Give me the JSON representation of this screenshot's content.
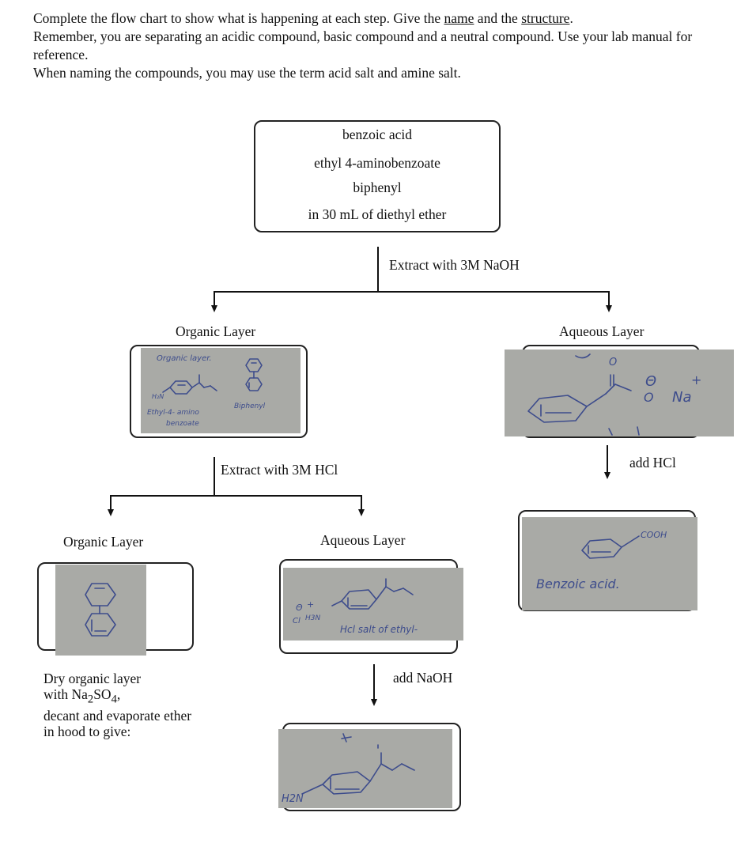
{
  "instructions": {
    "line1_pre": "Complete the flow chart to show what is happening at each step. Give the ",
    "line1_name": "name",
    "line1_mid": " and the ",
    "line1_structure": "structure",
    "line1_post": ".",
    "line2": "Remember, you are separating an acidic compound, basic compound and a neutral compound. Use your lab manual for reference.",
    "line3": "When naming the compounds, you may use the term acid salt and amine salt."
  },
  "start_box": {
    "line1": "benzoic acid",
    "line2": "ethyl 4-aminobenzoate",
    "line3": "biphenyl",
    "line4": "in 30 mL of diethyl ether"
  },
  "step1": {
    "label": "Extract with 3M NaOH"
  },
  "left_branch": {
    "title": "Organic Layer",
    "handwriting": {
      "header": "Organic layer.",
      "left_name_1": "Ethyl-4- amino",
      "left_name_2": "benzoate",
      "right_name": "Biphenyl"
    }
  },
  "right_branch": {
    "title": "Aqueous Layer",
    "handwriting": {
      "charge_minus": "Θ",
      "charge_plus": "+",
      "o_top": "O",
      "o_minus": "O",
      "na": "Na"
    }
  },
  "step_hcl": {
    "label": "add HCl"
  },
  "benzoic_result": {
    "handwriting": {
      "cooh": "COOH",
      "name": "Benzoic acid."
    }
  },
  "step2": {
    "label": "Extract with 3M HCl"
  },
  "organic_layer_2": {
    "title": "Organic Layer"
  },
  "aqueous_layer_2": {
    "title": "Aqueous Layer",
    "handwriting": {
      "label": "Hcl salt of ethyl-",
      "cl": "Cl",
      "h3n": "H3N",
      "minus": "Θ",
      "plus": "+"
    }
  },
  "step_naoh": {
    "label": "add NaOH"
  },
  "amine_result": {
    "handwriting": {
      "h2n": "H2N"
    }
  },
  "dry_note": {
    "line1": "Dry organic layer",
    "line2_pre": "with Na",
    "line2_sub1": "2",
    "line2_mid": "SO",
    "line2_sub2": "4",
    "line2_post": ",",
    "line3": "decant and evaporate ether",
    "line4": "in hood to give:"
  },
  "colors": {
    "ink": "#3d4c8c",
    "photo_bg": "#a9aaa6",
    "line": "#111111"
  }
}
